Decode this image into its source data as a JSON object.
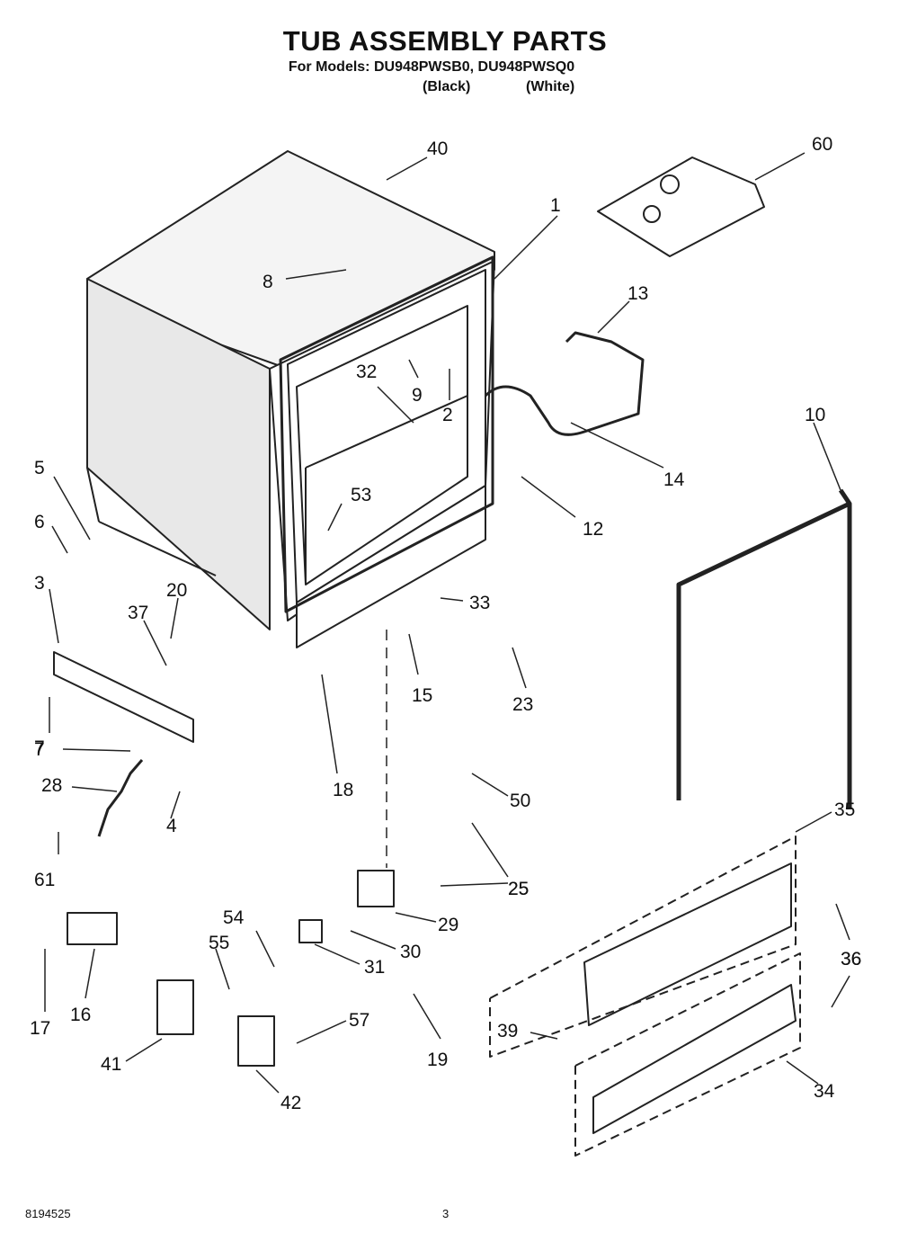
{
  "title": "TUB ASSEMBLY PARTS",
  "subtitle": "For Models: DU948PWSB0, DU948PWSQ0",
  "model_colors": [
    "(Black)",
    "(White)"
  ],
  "part_numbers": [
    "1",
    "2",
    "3",
    "4",
    "5",
    "6",
    "7",
    "7",
    "8",
    "9",
    "10",
    "12",
    "13",
    "14",
    "15",
    "16",
    "17",
    "18",
    "19",
    "20",
    "23",
    "25",
    "25",
    "28",
    "29",
    "30",
    "31",
    "32",
    "33",
    "34",
    "35",
    "36",
    "36",
    "37",
    "39",
    "40",
    "41",
    "42",
    "50",
    "53",
    "54",
    "55",
    "57",
    "60",
    "61"
  ],
  "footer": {
    "doc_number": "8194525",
    "page_number": "3"
  }
}
